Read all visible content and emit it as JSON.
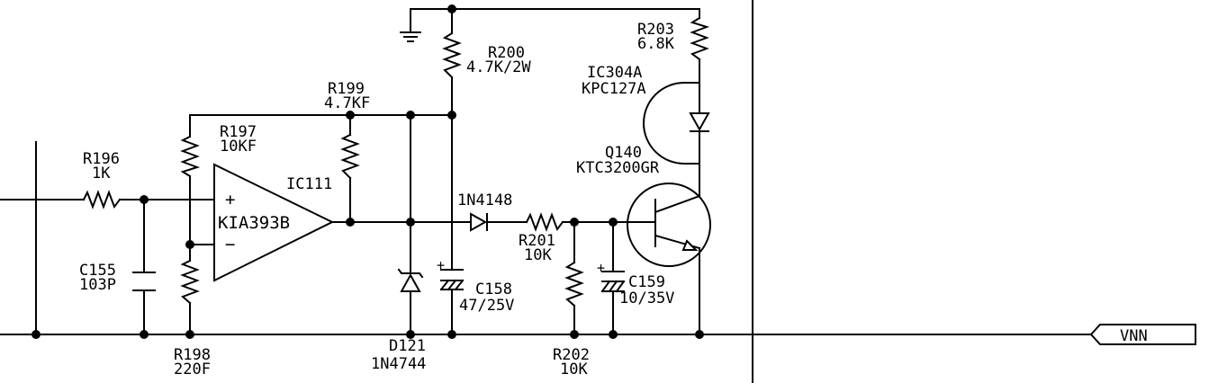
{
  "components": {
    "r196": {
      "ref": "R196",
      "value": "1K"
    },
    "r197": {
      "ref": "R197",
      "value": "10KF"
    },
    "r198": {
      "ref": "R198",
      "value": "220F"
    },
    "r199": {
      "ref": "R199",
      "value": "4.7KF"
    },
    "r200": {
      "ref": "R200",
      "value": "4.7K/2W"
    },
    "r201": {
      "ref": "R201",
      "value": "10K"
    },
    "r202": {
      "ref": "R202",
      "value": "10K"
    },
    "r203": {
      "ref": "R203",
      "value": "6.8K"
    },
    "c155": {
      "ref": "C155",
      "value": "103P"
    },
    "c158": {
      "ref": "C158",
      "value": "47/25V"
    },
    "c159": {
      "ref": "C159",
      "value": "10/35V"
    },
    "d121": {
      "ref": "D121",
      "value": "1N4744"
    },
    "d_1n4148": {
      "value": "1N4148"
    },
    "ic111": {
      "ref": "IC111",
      "part": "KIA393B",
      "plus": "+",
      "minus": "−"
    },
    "ic304a": {
      "ref": "IC304A",
      "part": "KPC127A"
    },
    "q140": {
      "ref": "Q140",
      "part": "KTC3200GR"
    }
  },
  "polarity": {
    "c158_plus": "+",
    "c159_plus": "+"
  },
  "net_labels": {
    "vnn": "VNN"
  }
}
